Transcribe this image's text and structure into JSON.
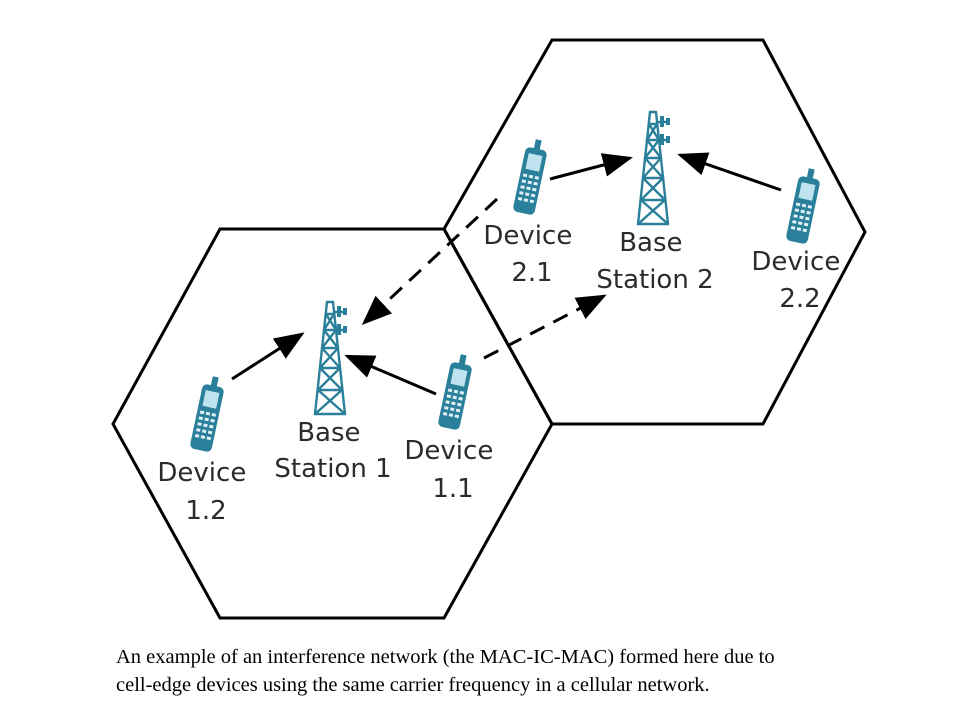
{
  "colors": {
    "cell_outline": "#000000",
    "tower": "#2a7f9a",
    "device_body": "#2a7f9a",
    "device_screen": "#bfe3ee",
    "arrow": "#000000"
  },
  "cells": [
    {
      "id": "cell-1"
    },
    {
      "id": "cell-2"
    }
  ],
  "base_stations": [
    {
      "id": "bs-1",
      "label_line1": "Base",
      "label_line2": "Station 1",
      "icon": "cell-tower-icon"
    },
    {
      "id": "bs-2",
      "label_line1": "Base",
      "label_line2": "Station 2",
      "icon": "cell-tower-icon"
    }
  ],
  "devices": [
    {
      "id": "device-1-1",
      "label_line1": "Device",
      "label_line2": "1.1",
      "icon": "handset-icon"
    },
    {
      "id": "device-1-2",
      "label_line1": "Device",
      "label_line2": "1.2",
      "icon": "handset-icon"
    },
    {
      "id": "device-2-1",
      "label_line1": "Device",
      "label_line2": "2.1",
      "icon": "handset-icon"
    },
    {
      "id": "device-2-2",
      "label_line1": "Device",
      "label_line2": "2.2",
      "icon": "handset-icon"
    }
  ],
  "links": [
    {
      "from": "device-1-2",
      "to": "bs-1",
      "style": "solid"
    },
    {
      "from": "device-1-1",
      "to": "bs-1",
      "style": "solid"
    },
    {
      "from": "device-2-1",
      "to": "bs-2",
      "style": "solid"
    },
    {
      "from": "device-2-2",
      "to": "bs-2",
      "style": "solid"
    },
    {
      "from": "device-2-1",
      "to": "bs-1",
      "style": "dashed"
    },
    {
      "from": "device-1-1",
      "to": "bs-2",
      "style": "dashed"
    }
  ],
  "caption": {
    "line1": "An example of an interference network (the MAC-IC-MAC) formed here due to",
    "line2": "cell-edge devices using the same carrier frequency in a cellular network."
  }
}
